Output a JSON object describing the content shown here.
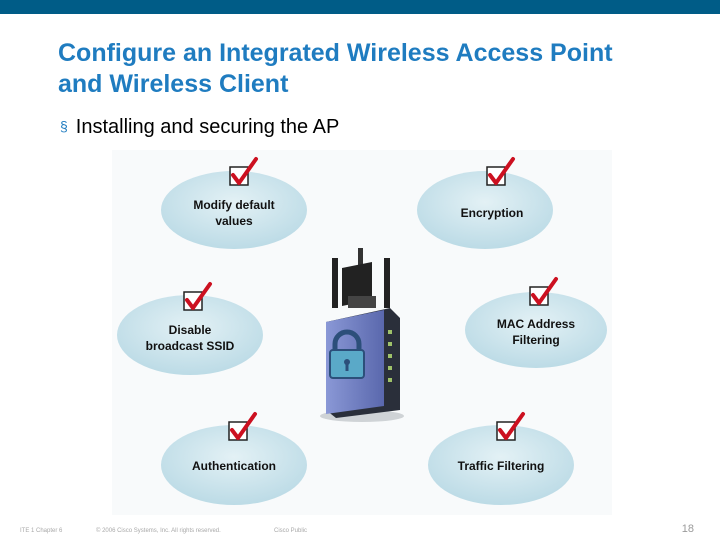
{
  "slide": {
    "title_line1": "Configure an Integrated Wireless Access Point",
    "title_line2": "and Wireless Client",
    "bullet": "Installing and securing the AP"
  },
  "steps": [
    {
      "label_line1": "Modify default",
      "label_line2": "values"
    },
    {
      "label_line1": "Encryption",
      "label_line2": ""
    },
    {
      "label_line1": "Disable",
      "label_line2": "broadcast SSID"
    },
    {
      "label_line1": "MAC Address",
      "label_line2": "Filtering"
    },
    {
      "label_line1": "Authentication",
      "label_line2": ""
    },
    {
      "label_line1": "Traffic Filtering",
      "label_line2": ""
    }
  ],
  "footer": {
    "course": "ITE 1 Chapter 6",
    "copyright": "© 2006 Cisco Systems, Inc. All rights reserved.",
    "classification": "Cisco Public",
    "page": "18"
  },
  "icons": {
    "checkmark": "checkmark-icon",
    "router": "wireless-router-icon",
    "padlock": "padlock-icon",
    "bullet": "square-bullet-icon"
  },
  "colors": {
    "top_bar": "#005c87",
    "title": "#1f7cc0",
    "ellipse_fill": "#cfe6ee",
    "checkmark": "#cc1020",
    "router_body": "#6f7fbf"
  }
}
